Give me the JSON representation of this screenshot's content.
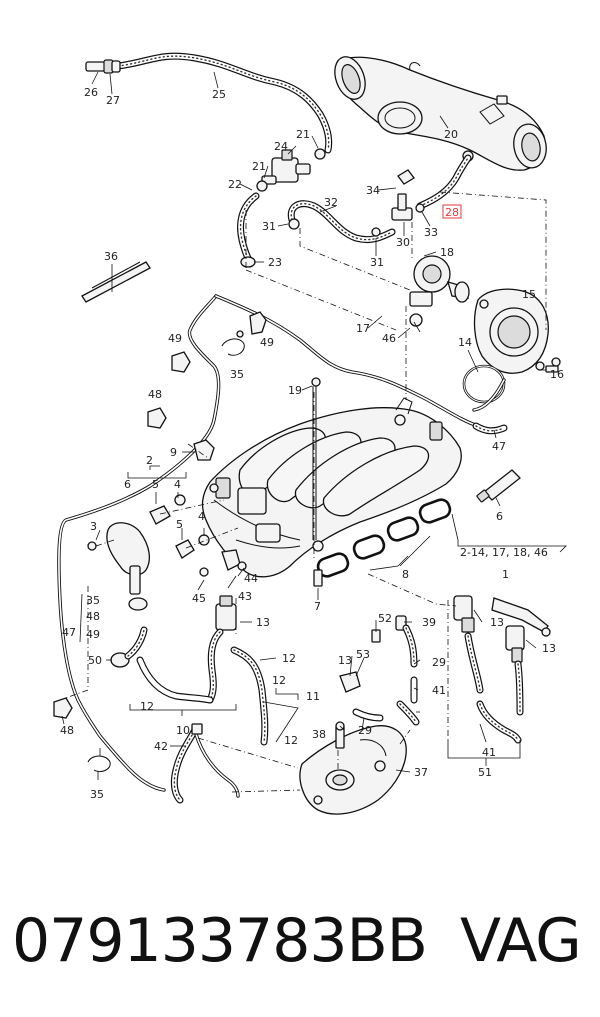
{
  "diagram": {
    "callouts": [
      "26",
      "27",
      "25",
      "20",
      "21",
      "24",
      "21",
      "22",
      "34",
      "32",
      "28",
      "31",
      "30",
      "33",
      "31",
      "23",
      "18",
      "36",
      "15",
      "17",
      "46",
      "49",
      "14",
      "49",
      "35",
      "16",
      "19",
      "48",
      "47",
      "9",
      "2",
      "6",
      "5",
      "4",
      "6",
      "3",
      "5",
      "4",
      "1",
      "2-14, 17, 18, 46",
      "8",
      "45",
      "44",
      "43",
      "7",
      "35",
      "48",
      "47",
      "49",
      "13",
      "52",
      "39",
      "13",
      "13",
      "50",
      "53",
      "12",
      "13",
      "29",
      "11",
      "12",
      "41",
      "12",
      "29",
      "48",
      "10",
      "38",
      "12",
      "41",
      "42",
      "37",
      "51",
      "35"
    ],
    "highlighted_callout": "28"
  },
  "footer": {
    "part_number": "079133783BB",
    "brand": "VAG"
  }
}
